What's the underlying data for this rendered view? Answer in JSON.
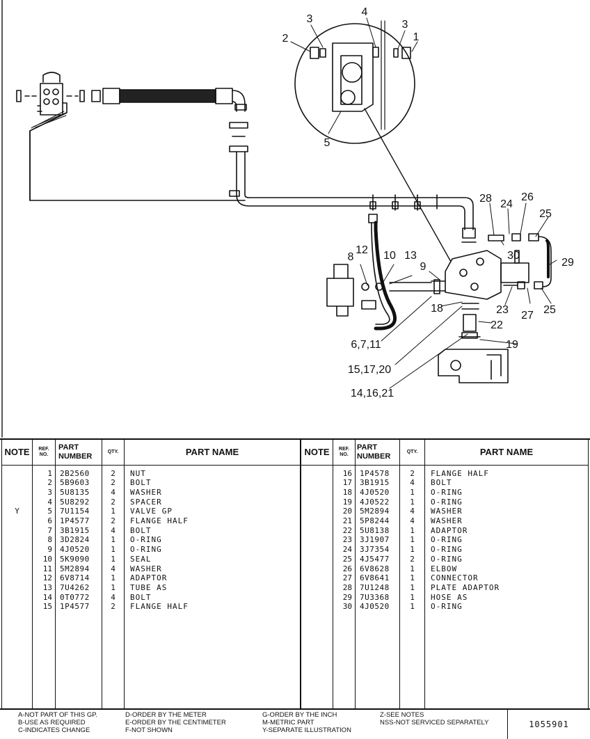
{
  "diagram": {
    "callouts": [
      "1",
      "2",
      "3",
      "3",
      "4",
      "5",
      "6,7,11",
      "8",
      "9",
      "10",
      "12",
      "13",
      "14,16,21",
      "15,17,20",
      "18",
      "19",
      "22",
      "23",
      "24",
      "25",
      "25",
      "26",
      "27",
      "28",
      "29",
      "30"
    ]
  },
  "table": {
    "headers": {
      "note": "NOTE",
      "ref_top": "REF.",
      "ref_bottom": "NO.",
      "part_number_top": "PART",
      "part_number_bottom": "NUMBER",
      "qty": "QTY.",
      "part_name": "PART NAME"
    },
    "left_rows": [
      {
        "note": "",
        "ref": "1",
        "part_number": "2B2560",
        "qty": "2",
        "part_name": "NUT"
      },
      {
        "note": "",
        "ref": "2",
        "part_number": "5B9603",
        "qty": "2",
        "part_name": "BOLT"
      },
      {
        "note": "",
        "ref": "3",
        "part_number": "5U8135",
        "qty": "4",
        "part_name": "WASHER"
      },
      {
        "note": "",
        "ref": "4",
        "part_number": "5U8292",
        "qty": "2",
        "part_name": "SPACER"
      },
      {
        "note": "Y",
        "ref": "5",
        "part_number": "7U1154",
        "qty": "1",
        "part_name": "VALVE GP"
      },
      {
        "note": "",
        "ref": "6",
        "part_number": "1P4577",
        "qty": "2",
        "part_name": "FLANGE HALF"
      },
      {
        "note": "",
        "ref": "7",
        "part_number": "3B1915",
        "qty": "4",
        "part_name": "BOLT"
      },
      {
        "note": "",
        "ref": "8",
        "part_number": "3D2824",
        "qty": "1",
        "part_name": "O-RING"
      },
      {
        "note": "",
        "ref": "9",
        "part_number": "4J0520",
        "qty": "1",
        "part_name": "O-RING"
      },
      {
        "note": "",
        "ref": "10",
        "part_number": "5K9090",
        "qty": "1",
        "part_name": "SEAL"
      },
      {
        "note": "",
        "ref": "11",
        "part_number": "5M2894",
        "qty": "4",
        "part_name": "WASHER"
      },
      {
        "note": "",
        "ref": "12",
        "part_number": "6V8714",
        "qty": "1",
        "part_name": "ADAPTOR"
      },
      {
        "note": "",
        "ref": "13",
        "part_number": "7U4262",
        "qty": "1",
        "part_name": "TUBE AS"
      },
      {
        "note": "",
        "ref": "14",
        "part_number": "0T0772",
        "qty": "4",
        "part_name": "BOLT"
      },
      {
        "note": "",
        "ref": "15",
        "part_number": "1P4577",
        "qty": "2",
        "part_name": "FLANGE HALF"
      }
    ],
    "right_rows": [
      {
        "note": "",
        "ref": "16",
        "part_number": "1P4578",
        "qty": "2",
        "part_name": "FLANGE HALF"
      },
      {
        "note": "",
        "ref": "17",
        "part_number": "3B1915",
        "qty": "4",
        "part_name": "BOLT"
      },
      {
        "note": "",
        "ref": "18",
        "part_number": "4J0520",
        "qty": "1",
        "part_name": "O-RING"
      },
      {
        "note": "",
        "ref": "19",
        "part_number": "4J0522",
        "qty": "1",
        "part_name": "O-RING"
      },
      {
        "note": "",
        "ref": "20",
        "part_number": "5M2894",
        "qty": "4",
        "part_name": "WASHER"
      },
      {
        "note": "",
        "ref": "21",
        "part_number": "5P8244",
        "qty": "4",
        "part_name": "WASHER"
      },
      {
        "note": "",
        "ref": "22",
        "part_number": "5U8138",
        "qty": "1",
        "part_name": "ADAPTOR"
      },
      {
        "note": "",
        "ref": "23",
        "part_number": "3J1907",
        "qty": "1",
        "part_name": "O-RING"
      },
      {
        "note": "",
        "ref": "24",
        "part_number": "3J7354",
        "qty": "1",
        "part_name": "O-RING"
      },
      {
        "note": "",
        "ref": "25",
        "part_number": "4J5477",
        "qty": "2",
        "part_name": "O-RING"
      },
      {
        "note": "",
        "ref": "26",
        "part_number": "6V8628",
        "qty": "1",
        "part_name": "ELBOW"
      },
      {
        "note": "",
        "ref": "27",
        "part_number": "6V8641",
        "qty": "1",
        "part_name": "CONNECTOR"
      },
      {
        "note": "",
        "ref": "28",
        "part_number": "7U1248",
        "qty": "1",
        "part_name": "PLATE ADAPTOR"
      },
      {
        "note": "",
        "ref": "29",
        "part_number": "7U3368",
        "qty": "1",
        "part_name": "HOSE AS"
      },
      {
        "note": "",
        "ref": "30",
        "part_number": "4J0520",
        "qty": "1",
        "part_name": "O-RING"
      }
    ]
  },
  "legend": {
    "col1": [
      "A-NOT PART OF THIS GP.",
      "B-USE AS REQUIRED",
      "C-INDICATES CHANGE"
    ],
    "col2": [
      "D-ORDER BY THE METER",
      "E-ORDER BY THE CENTIMETER",
      "F-NOT SHOWN"
    ],
    "col3": [
      "G-ORDER BY THE INCH",
      "M-METRIC PART",
      "Y-SEPARATE ILLUSTRATION"
    ],
    "col4": [
      "Z-SEE NOTES",
      "NSS-NOT SERVICED SEPARATELY"
    ]
  },
  "doc_number": "1055901"
}
